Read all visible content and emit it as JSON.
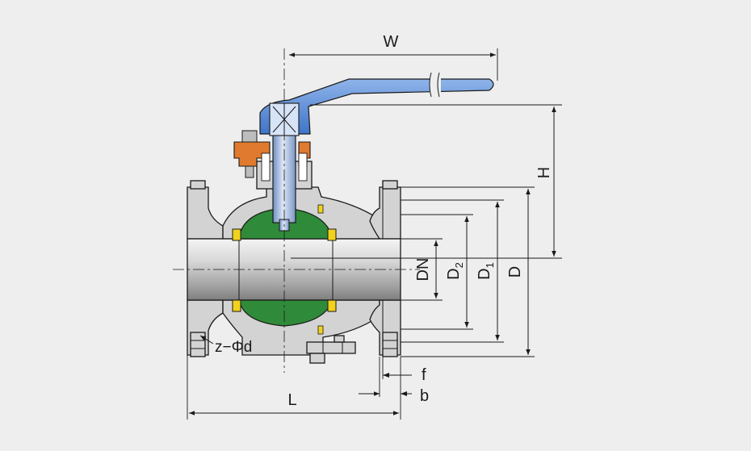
{
  "labels": {
    "W": "W",
    "H": "H",
    "DN": "DN",
    "D2": "D",
    "D2_sub": "2",
    "D1": "D",
    "D1_sub": "1",
    "D": "D",
    "L": "L",
    "f": "f",
    "b": "b",
    "bolt_holes": "z−Φd"
  },
  "colors": {
    "background": "#eeeeee",
    "body_metal": "#d3d3d3",
    "handle": "#5b8fd6",
    "stem": "#a8b8d8",
    "gland": "#e07a2e",
    "ball": "#2f8a3a",
    "seat": "#f2d21c"
  }
}
